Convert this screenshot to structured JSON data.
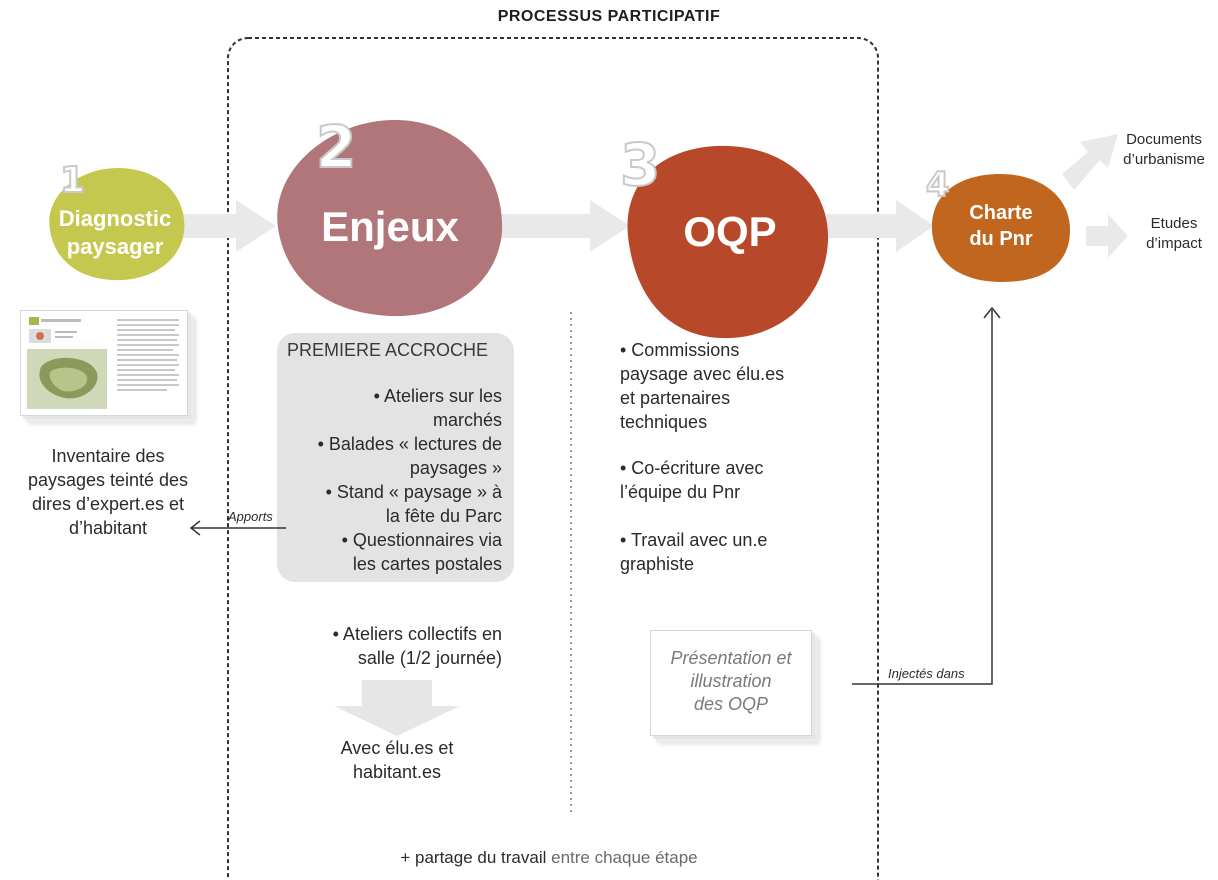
{
  "frame": {
    "title": "PROCESSUS PARTICIPATIF"
  },
  "steps": [
    {
      "number": "1",
      "label_line1": "Diagnostic",
      "label_line2": "paysager",
      "color": "#c5c84f"
    },
    {
      "number": "2",
      "label": "Enjeux",
      "color": "#b07679"
    },
    {
      "number": "3",
      "label": "OQP",
      "color": "#b8482a"
    },
    {
      "number": "4",
      "label_line1": "Charte",
      "label_line2": "du Pnr",
      "color": "#c0661f"
    }
  ],
  "step1_caption": [
    "Inventaire des",
    "paysages teinté des",
    "dires d’expert.es et",
    "d’habitant"
  ],
  "apports_label": "Apports",
  "premiere_accroche": {
    "title": "PREMIERE ACCROCHE",
    "items": [
      [
        "• Ateliers sur les",
        "marchés"
      ],
      [
        "• Balades « lectures de",
        "paysages »"
      ],
      [
        "• Stand « paysage » à",
        "la fête du Parc"
      ],
      [
        "• Questionnaires via",
        "les cartes postales"
      ]
    ]
  },
  "ateliers_collectifs": [
    "• Ateliers collectifs en",
    "salle (1/2 journée)"
  ],
  "avec_elus": [
    "Avec élu.es et",
    "habitant.es"
  ],
  "oqp_items": [
    [
      "• Commissions",
      "paysage avec élu.es",
      "et partenaires",
      "techniques"
    ],
    [
      "• Co-écriture avec",
      "l’équipe du Pnr"
    ],
    [
      "• Travail avec un.e",
      "graphiste"
    ]
  ],
  "presentation_doc": [
    "Présentation et",
    "illustration",
    "des OQP"
  ],
  "injectes_label": "Injectés dans",
  "outputs": [
    [
      "Documents",
      "d’urbanisme"
    ],
    [
      "Etudes",
      "d’impact"
    ]
  ],
  "footer": {
    "prefix": "+ partage du travail",
    "suffix": "entre chaque étape"
  }
}
